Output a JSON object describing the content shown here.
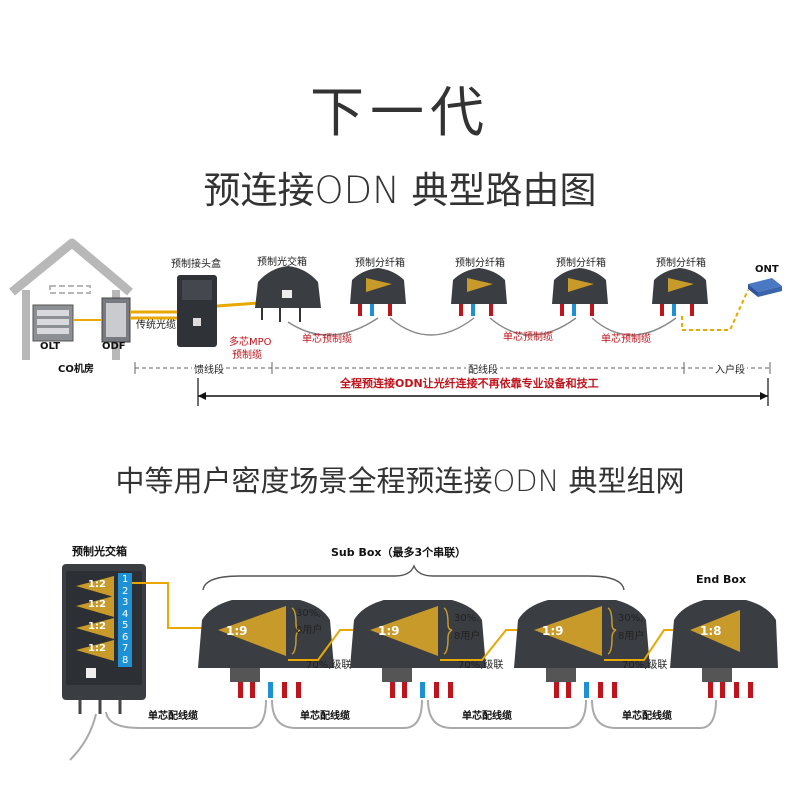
{
  "header": {
    "title": "下一代",
    "subtitle": "预连接ODN 典型路由图"
  },
  "route_diagram": {
    "co_room": "CO机房",
    "olt": "OLT",
    "odf": "ODF",
    "traditional_cable": "传统光缆",
    "splice_box": "预制接头盒",
    "cross_cabinet": "预制光交箱",
    "splitter_box_1": "预制分纤箱",
    "splitter_box_2": "预制分纤箱",
    "splitter_box_3": "预制分纤箱",
    "splitter_box_4": "预制分纤箱",
    "ont": "ONT",
    "mpo_cable_line1": "多芯MPO",
    "mpo_cable_line2": "预制缆",
    "single_core_cable_1": "单芯预制缆",
    "single_core_cable_2": "单芯预制缆",
    "single_core_cable_3": "单芯预制缆",
    "segment_feeder": "馈线段",
    "segment_distribution": "配线段",
    "segment_drop": "入户段",
    "whole_process_note": "全程预连接ODN让光纤连接不再依靠专业设备和技工"
  },
  "section2": {
    "title": "中等用户密度场景全程预连接ODN 典型组网"
  },
  "network_diagram": {
    "cross_cabinet_label": "预制光交箱",
    "sub_box_label": "Sub Box（最多3个串联）",
    "end_box_label": "End Box",
    "cabinet_splitters": [
      "1:2",
      "1:2",
      "1:2",
      "1:2"
    ],
    "cabinet_ports": [
      "1",
      "2",
      "3",
      "4",
      "5",
      "6",
      "7",
      "8"
    ],
    "sub_box_ratio_1": "1:9",
    "sub_box_ratio_2": "1:9",
    "sub_box_ratio_3": "1:9",
    "end_box_ratio": "1:8",
    "users_pct_1": "30%,",
    "users_count_1": "8用户",
    "users_pct_2": "30%,",
    "users_count_2": "8用户",
    "users_pct_3": "30%,",
    "users_count_3": "8用户",
    "cascade_1": "70%,级联",
    "cascade_2": "70%,级联",
    "cascade_3": "70%,级联",
    "cable_1": "单芯配线缆",
    "cable_2": "单芯配线缆",
    "cable_3": "单芯配线缆",
    "cable_4": "单芯配线缆"
  },
  "colors": {
    "device_dark": "#3a3d42",
    "fiber_yellow": "#e8a800",
    "accent_red": "#c0141c",
    "port_blue": "#1e90d6",
    "splitter_gold": "#c79a2a"
  }
}
